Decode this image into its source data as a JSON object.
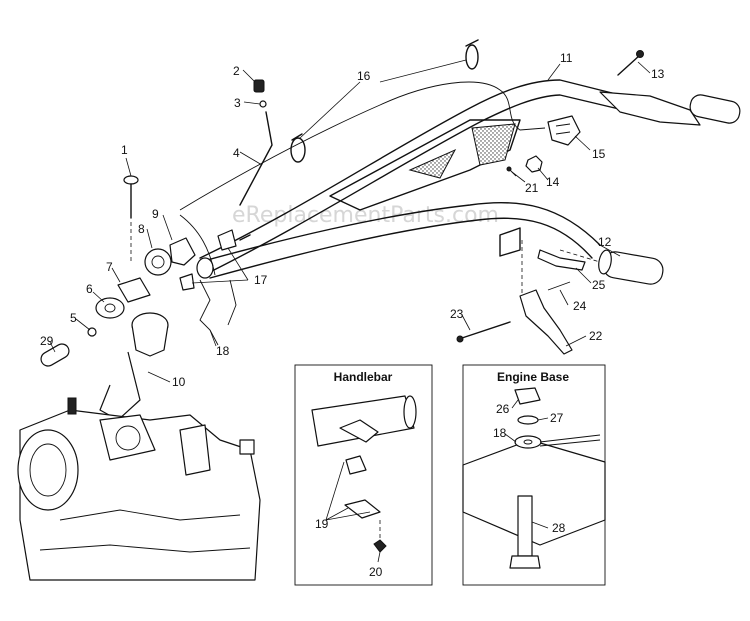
{
  "watermark": "eReplacementParts.com",
  "insets": {
    "handlebar": {
      "title": "Handlebar"
    },
    "engine_base": {
      "title": "Engine Base"
    }
  },
  "callouts": [
    {
      "id": "c1",
      "label": "1"
    },
    {
      "id": "c2",
      "label": "2"
    },
    {
      "id": "c3",
      "label": "3"
    },
    {
      "id": "c4",
      "label": "4"
    },
    {
      "id": "c5",
      "label": "5"
    },
    {
      "id": "c6",
      "label": "6"
    },
    {
      "id": "c7",
      "label": "7"
    },
    {
      "id": "c8",
      "label": "8"
    },
    {
      "id": "c9",
      "label": "9"
    },
    {
      "id": "c10",
      "label": "10"
    },
    {
      "id": "c11",
      "label": "11"
    },
    {
      "id": "c12",
      "label": "12"
    },
    {
      "id": "c13",
      "label": "13"
    },
    {
      "id": "c14",
      "label": "14"
    },
    {
      "id": "c15",
      "label": "15"
    },
    {
      "id": "c16",
      "label": "16"
    },
    {
      "id": "c17",
      "label": "17"
    },
    {
      "id": "c18",
      "label": "18"
    },
    {
      "id": "c18b",
      "label": "18"
    },
    {
      "id": "c19",
      "label": "19"
    },
    {
      "id": "c20",
      "label": "20"
    },
    {
      "id": "c21",
      "label": "21"
    },
    {
      "id": "c22",
      "label": "22"
    },
    {
      "id": "c23",
      "label": "23"
    },
    {
      "id": "c24",
      "label": "24"
    },
    {
      "id": "c25",
      "label": "25"
    },
    {
      "id": "c26",
      "label": "26"
    },
    {
      "id": "c27",
      "label": "27"
    },
    {
      "id": "c28",
      "label": "28"
    },
    {
      "id": "c29",
      "label": "29"
    }
  ]
}
